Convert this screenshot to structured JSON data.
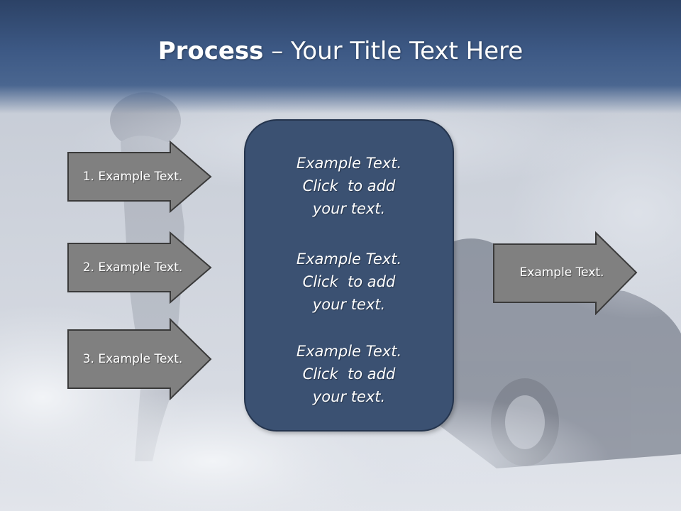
{
  "slide": {
    "title_bold": "Process",
    "title_rest": " – Your Title Text Here"
  },
  "left_arrows": [
    {
      "label": "1. Example Text."
    },
    {
      "label": "2. Example Text."
    },
    {
      "label": "3. Example Text."
    }
  ],
  "center_box": {
    "items": [
      {
        "line1": "Example Text.",
        "line2": "Click  to add",
        "line3": "your text."
      },
      {
        "line1": "Example Text.",
        "line2": "Click  to add",
        "line3": "your text."
      },
      {
        "line1": "Example Text.",
        "line2": "Click  to add",
        "line3": "your text."
      }
    ]
  },
  "right_arrow": {
    "label": "Example Text."
  },
  "colors": {
    "header": "#3d5985",
    "box_fill": "#3b5172",
    "arrow_fill": "#808080",
    "arrow_stroke": "#3a3a3a"
  }
}
